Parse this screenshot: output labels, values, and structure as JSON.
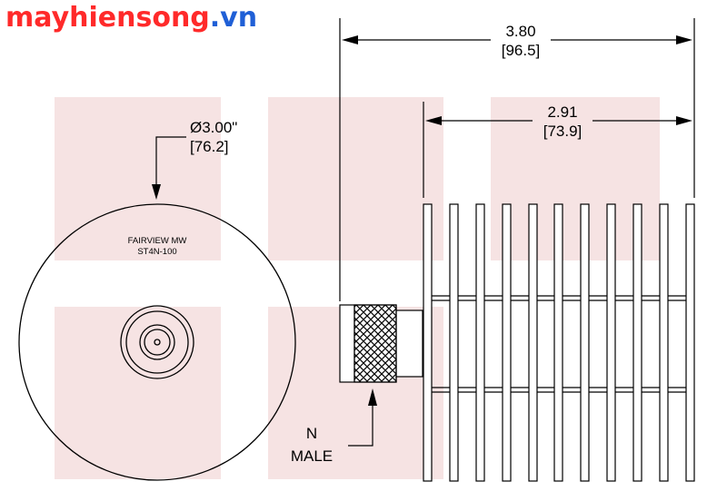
{
  "watermark": {
    "brand": "mayhiensong",
    "tld": ".vn",
    "brand_color": "#ff2a2a",
    "tld_color": "#1f5fd6",
    "block_color": "#f6e3e3"
  },
  "dimensions": {
    "overall_length": {
      "inch": "3.80",
      "mm": "[96.5]"
    },
    "heatsink_length": {
      "inch": "2.91",
      "mm": "[73.9]"
    },
    "diameter": {
      "inch": "Ø3.00\"",
      "mm": "[76.2]"
    }
  },
  "face_label": {
    "line1": "FAIRVIEW MW",
    "line2": "ST4N-100"
  },
  "connector_label": {
    "line1": "N",
    "line2": "MALE"
  }
}
